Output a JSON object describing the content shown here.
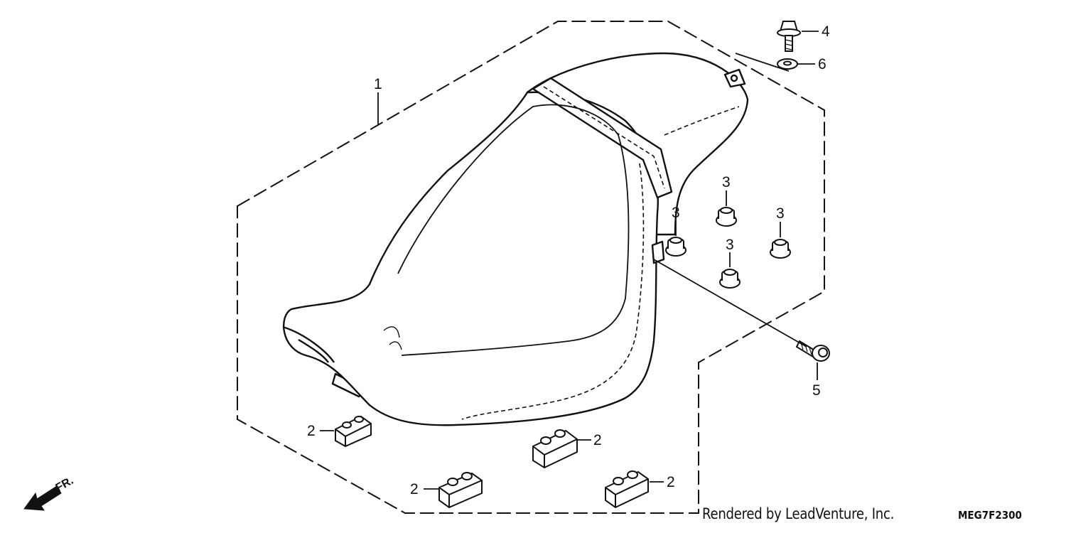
{
  "callouts": {
    "seat": "1",
    "rubber_block": "2",
    "grommet": "3",
    "bolt": "4",
    "screw": "5",
    "washer": "6"
  },
  "front_indicator": "FR.",
  "footer": {
    "credit": "Rendered by LeadVenture, Inc.",
    "diagram_code": "MEG7F2300"
  }
}
